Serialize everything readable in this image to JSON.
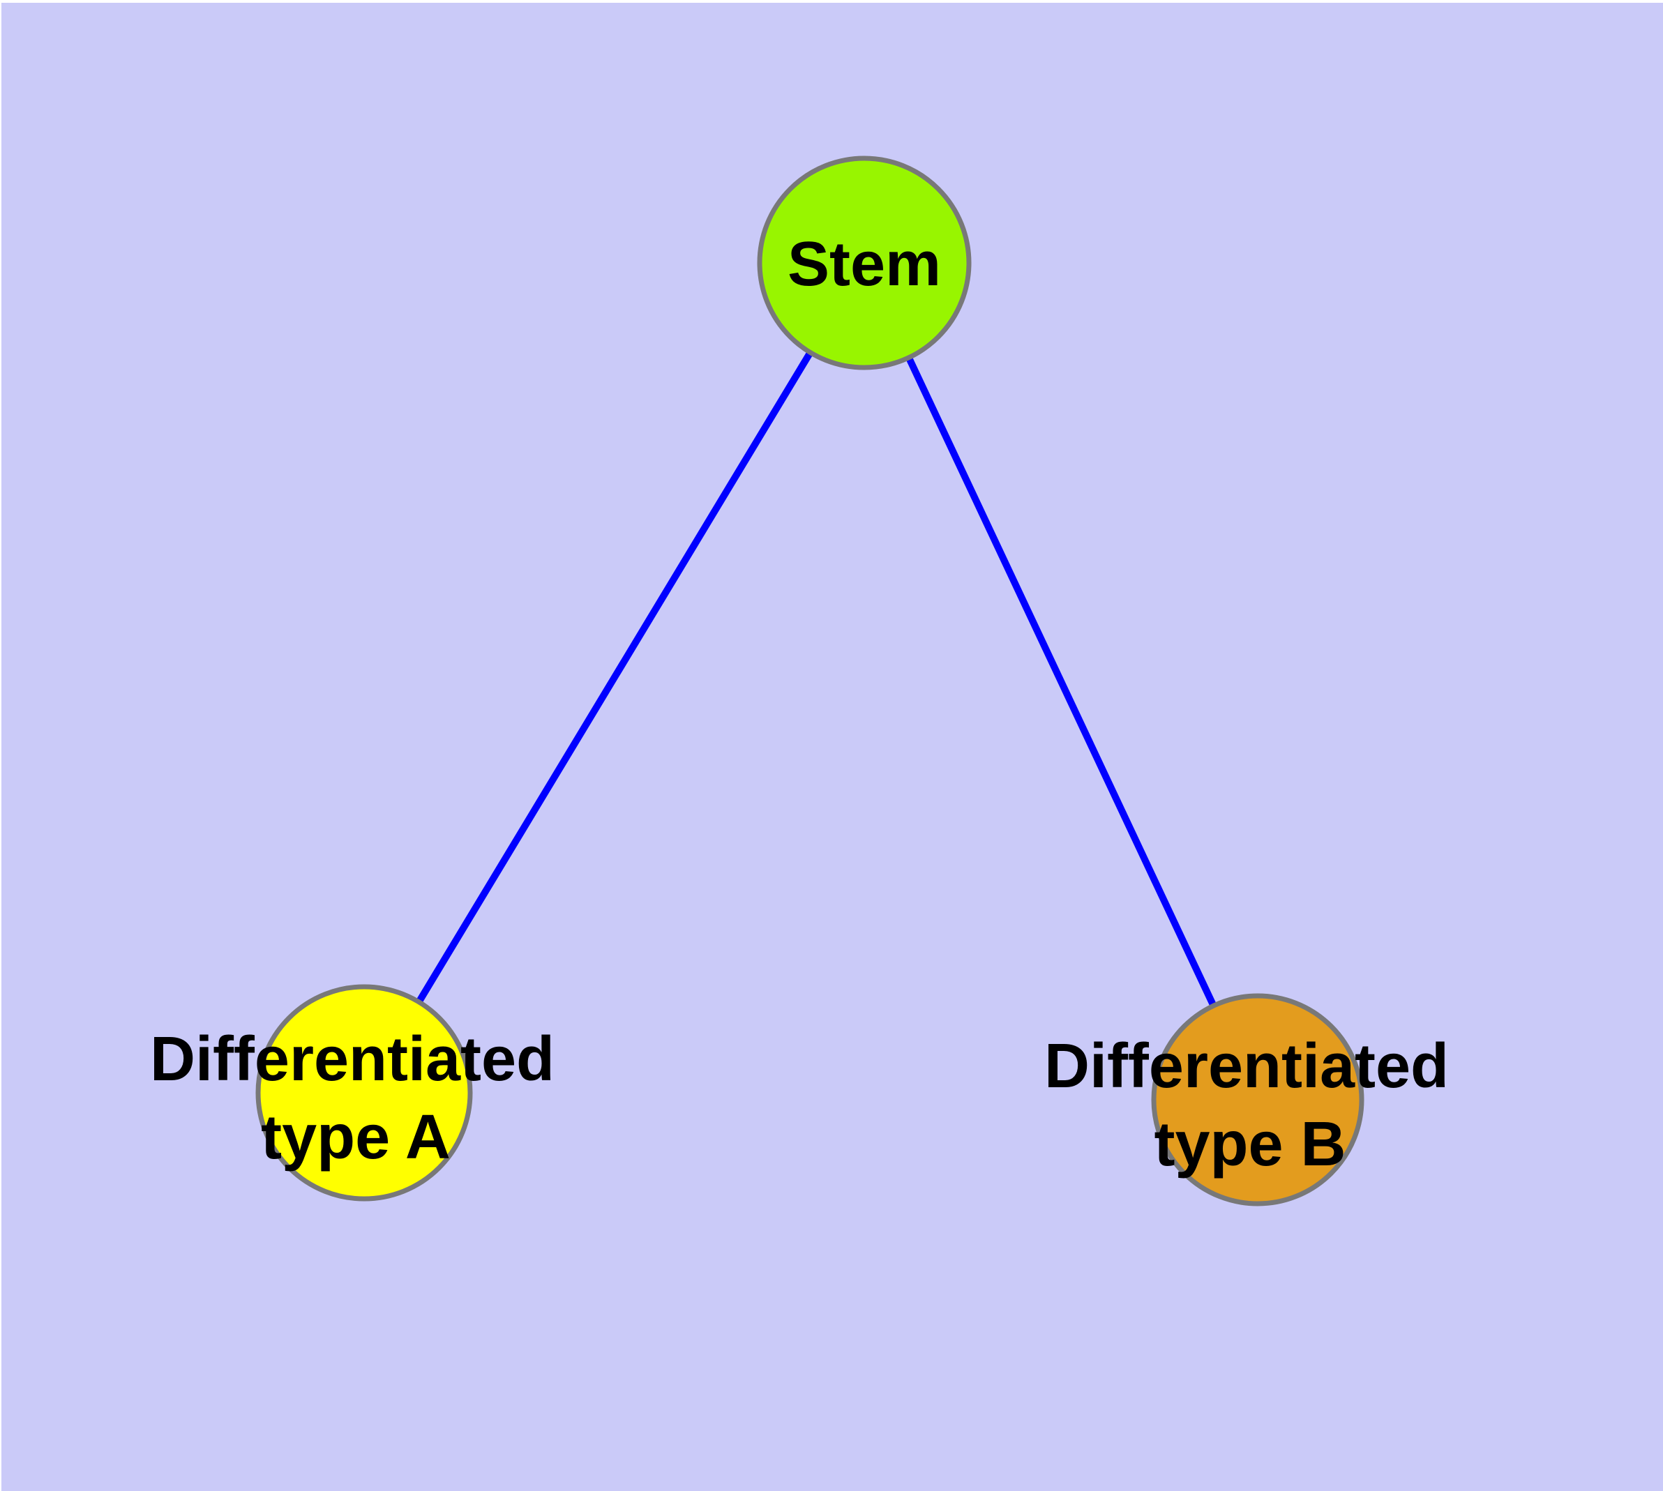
{
  "diagram": {
    "title": "",
    "background_color": "#CACAF8",
    "text_color": "#000000",
    "node_border_color": "#787878",
    "edge_color": "#0000FF",
    "nodes": [
      {
        "id": "stem",
        "label": "Stem",
        "color": "#98F500",
        "border_color": "#787878"
      },
      {
        "id": "differentiated-type-a",
        "label": "Differentiated type A",
        "label_line1": "Differentiated",
        "label_line2": "type A",
        "color": "#FFFF00",
        "border_color": "#787878"
      },
      {
        "id": "differentiated-type-b",
        "label": "Differentiated type B",
        "label_line1": "Differentiated",
        "label_line2": "type B",
        "color": "#E39C1E",
        "border_color": "#787878"
      }
    ],
    "edges": [
      {
        "from": "stem",
        "to": "differentiated-type-a",
        "color": "#0000FF"
      },
      {
        "from": "stem",
        "to": "differentiated-type-b",
        "color": "#0000FF"
      }
    ]
  }
}
